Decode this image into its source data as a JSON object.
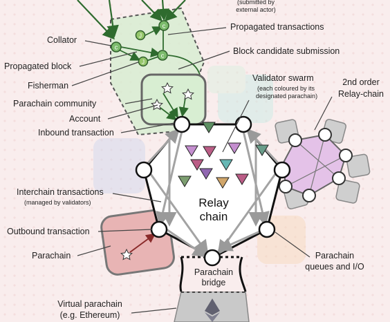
{
  "labels": {
    "submitted_note": "(submitted by",
    "submitted_note2": "external actor)",
    "collator": "Collator",
    "propagated_transactions": "Propagated transactions",
    "propagated_block": "Propagated block",
    "block_candidate_submission": "Block candidate submission",
    "fisherman": "Fisherman",
    "validator_swarm": "Validator swarm",
    "validator_swarm_sub1": "(each coloured by its",
    "validator_swarm_sub2": "designated parachain)",
    "second_order": "2nd order",
    "relay_chain_right": "Relay-chain",
    "parachain_community": "Parachain community",
    "account": "Account",
    "inbound_transaction": "Inbound transaction",
    "interchain_transactions": "Interchain transactions",
    "interchain_sub": "(managed by validators)",
    "relay": "Relay",
    "chain": "chain",
    "outbound_transaction": "Outbound transaction",
    "parachain": "Parachain",
    "parachain_bridge1": "Parachain",
    "parachain_bridge2": "bridge",
    "parachain_queues1": "Parachain",
    "parachain_queues2": "queues and I/O",
    "virtual_parachain1": "Virtual parachain",
    "virtual_parachain2": "(e.g. Ethereum)"
  },
  "colors": {
    "green": "#2e7d32",
    "relay_outline": "#111111",
    "arrow_gray": "#9e9e9e",
    "parachain_red": "#e8a6a6",
    "second_order_purple": "#e4c2e8"
  }
}
